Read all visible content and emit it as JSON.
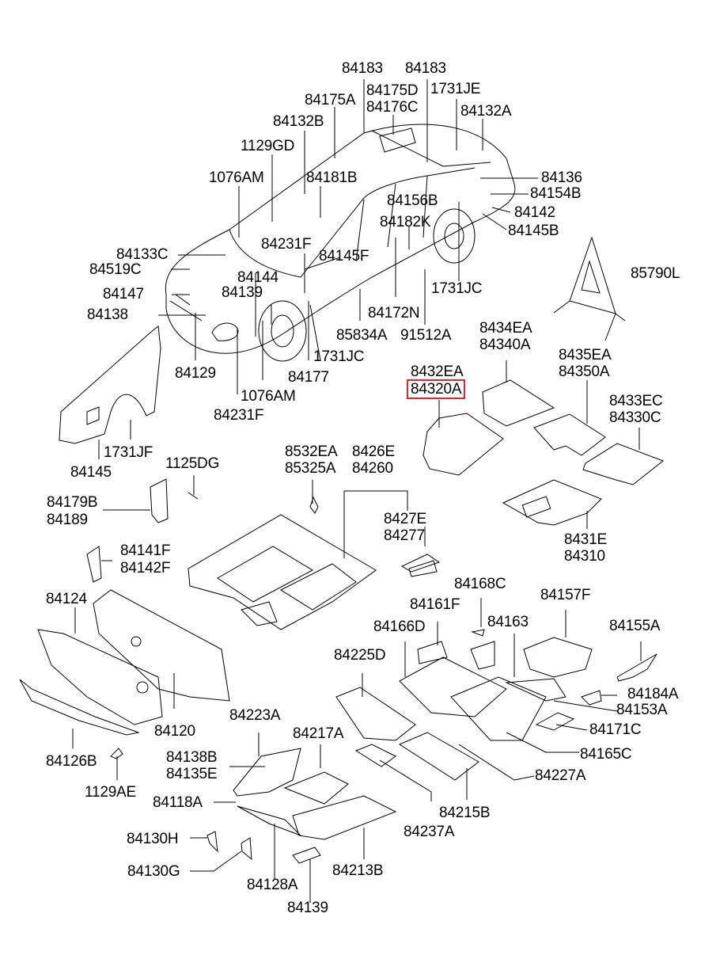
{
  "diagram": {
    "title": "Floor covering / insulator parts diagram",
    "highlight_color": "#e0262b",
    "highlighted_part": "84320A",
    "labels": [
      {
        "id": "l1",
        "text": "84183"
      },
      {
        "id": "l2",
        "text": "84183"
      },
      {
        "id": "l3",
        "text": "84175D"
      },
      {
        "id": "l4",
        "text": "84176C"
      },
      {
        "id": "l5",
        "text": "1731JE"
      },
      {
        "id": "l6",
        "text": "84175A"
      },
      {
        "id": "l7",
        "text": "84132A"
      },
      {
        "id": "l8",
        "text": "84132B"
      },
      {
        "id": "l9",
        "text": "1129GD"
      },
      {
        "id": "l10",
        "text": "1076AM"
      },
      {
        "id": "l11",
        "text": "84181B"
      },
      {
        "id": "l12",
        "text": "84136"
      },
      {
        "id": "l13",
        "text": "84156B"
      },
      {
        "id": "l14",
        "text": "84154B"
      },
      {
        "id": "l15",
        "text": "84142"
      },
      {
        "id": "l16",
        "text": "84182K"
      },
      {
        "id": "l17",
        "text": "84145B"
      },
      {
        "id": "l18",
        "text": "84231F"
      },
      {
        "id": "l19",
        "text": "84145F"
      },
      {
        "id": "l20",
        "text": "84133C"
      },
      {
        "id": "l21",
        "text": "84519C"
      },
      {
        "id": "l22",
        "text": "84144"
      },
      {
        "id": "l23",
        "text": "84139"
      },
      {
        "id": "l24",
        "text": "84147"
      },
      {
        "id": "l25",
        "text": "84138"
      },
      {
        "id": "l26",
        "text": "84172N"
      },
      {
        "id": "l27",
        "text": "1731JC"
      },
      {
        "id": "l28",
        "text": "85790L"
      },
      {
        "id": "l29",
        "text": "85834A"
      },
      {
        "id": "l30",
        "text": "91512A"
      },
      {
        "id": "l31",
        "text": "1731JC"
      },
      {
        "id": "l32",
        "text": "84129"
      },
      {
        "id": "l33",
        "text": "84177"
      },
      {
        "id": "l34",
        "text": "1076AM"
      },
      {
        "id": "l35",
        "text": "84231F"
      },
      {
        "id": "l36",
        "text": "8434EA"
      },
      {
        "id": "l37",
        "text": "84340A"
      },
      {
        "id": "l38",
        "text": "8435EA"
      },
      {
        "id": "l39",
        "text": "84350A"
      },
      {
        "id": "l40",
        "text": "8432EA"
      },
      {
        "id": "l41",
        "text": "84320A",
        "highlighted": true
      },
      {
        "id": "l42",
        "text": "8433EC"
      },
      {
        "id": "l43",
        "text": "84330C"
      },
      {
        "id": "l44",
        "text": "1731JF"
      },
      {
        "id": "l45",
        "text": "84145"
      },
      {
        "id": "l46",
        "text": "1125DG"
      },
      {
        "id": "l47",
        "text": "8532EA"
      },
      {
        "id": "l48",
        "text": "85325A"
      },
      {
        "id": "l49",
        "text": "8426E"
      },
      {
        "id": "l50",
        "text": "84260"
      },
      {
        "id": "l51",
        "text": "84179B"
      },
      {
        "id": "l52",
        "text": "84189"
      },
      {
        "id": "l53",
        "text": "8427E"
      },
      {
        "id": "l54",
        "text": "84277"
      },
      {
        "id": "l55",
        "text": "8431E"
      },
      {
        "id": "l56",
        "text": "84310"
      },
      {
        "id": "l57",
        "text": "84141F"
      },
      {
        "id": "l58",
        "text": "84142F"
      },
      {
        "id": "l59",
        "text": "84168C"
      },
      {
        "id": "l60",
        "text": "84124"
      },
      {
        "id": "l61",
        "text": "84161F"
      },
      {
        "id": "l62",
        "text": "84157F"
      },
      {
        "id": "l63",
        "text": "84163"
      },
      {
        "id": "l64",
        "text": "84166D"
      },
      {
        "id": "l65",
        "text": "84155A"
      },
      {
        "id": "l66",
        "text": "84225D"
      },
      {
        "id": "l67",
        "text": "84184A"
      },
      {
        "id": "l68",
        "text": "84153A"
      },
      {
        "id": "l69",
        "text": "84120"
      },
      {
        "id": "l70",
        "text": "84171C"
      },
      {
        "id": "l71",
        "text": "84223A"
      },
      {
        "id": "l72",
        "text": "84217A"
      },
      {
        "id": "l73",
        "text": "84165C"
      },
      {
        "id": "l74",
        "text": "84138B"
      },
      {
        "id": "l75",
        "text": "84135E"
      },
      {
        "id": "l76",
        "text": "84126B"
      },
      {
        "id": "l77",
        "text": "84227A"
      },
      {
        "id": "l78",
        "text": "1129AE"
      },
      {
        "id": "l79",
        "text": "84118A"
      },
      {
        "id": "l80",
        "text": "84215B"
      },
      {
        "id": "l81",
        "text": "84237A"
      },
      {
        "id": "l82",
        "text": "84130H"
      },
      {
        "id": "l83",
        "text": "84213B"
      },
      {
        "id": "l84",
        "text": "84130G"
      },
      {
        "id": "l85",
        "text": "84128A"
      },
      {
        "id": "l86",
        "text": "84139"
      }
    ]
  }
}
